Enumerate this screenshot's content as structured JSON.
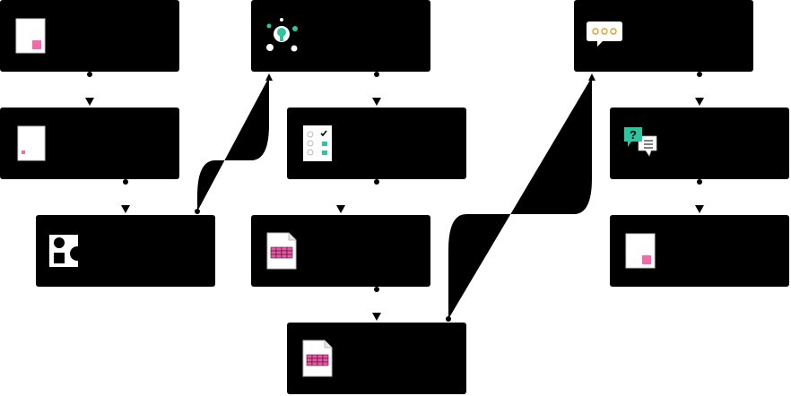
{
  "diagram": {
    "nodes": [
      {
        "id": "n1",
        "label": "",
        "icon": "document-pink-icon"
      },
      {
        "id": "n2",
        "label": "",
        "icon": "document-small-icon"
      },
      {
        "id": "n3",
        "label": "",
        "icon": "shapes-icon"
      },
      {
        "id": "n4",
        "label": "",
        "icon": "idea-network-icon"
      },
      {
        "id": "n5",
        "label": "",
        "icon": "checklist-icon"
      },
      {
        "id": "n6",
        "label": "",
        "icon": "spreadsheet-icon"
      },
      {
        "id": "n7",
        "label": "",
        "icon": "spreadsheet-icon"
      },
      {
        "id": "n8",
        "label": "",
        "icon": "chat-bubble-icon"
      },
      {
        "id": "n9",
        "label": "",
        "icon": "question-chat-icon"
      },
      {
        "id": "n10",
        "label": "",
        "icon": "document-pink-icon"
      }
    ],
    "edges": [
      {
        "from": "n1",
        "to": "n2"
      },
      {
        "from": "n2",
        "to": "n3"
      },
      {
        "from": "n3",
        "to": "n4"
      },
      {
        "from": "n4",
        "to": "n5"
      },
      {
        "from": "n5",
        "to": "n6"
      },
      {
        "from": "n6",
        "to": "n7"
      },
      {
        "from": "n7",
        "to": "n8"
      },
      {
        "from": "n8",
        "to": "n9"
      },
      {
        "from": "n9",
        "to": "n10"
      }
    ],
    "colors": {
      "node_fill": "#000000",
      "accent_pink": "#f06ba8",
      "accent_teal": "#2ec4a0",
      "grid_pink": "#e85aa0",
      "icon_white": "#ffffff",
      "speech_dots": "#e0a030"
    }
  }
}
